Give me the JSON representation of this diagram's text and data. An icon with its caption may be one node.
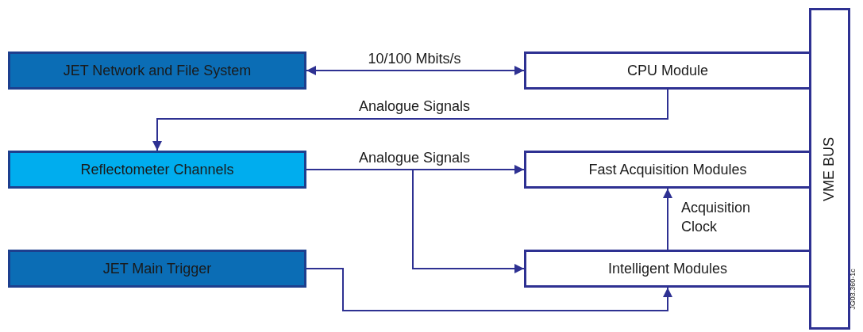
{
  "diagram": {
    "nodes": [
      {
        "text": [
          "JET Network and File System"
        ]
      },
      {
        "text": [
          "CPU Module"
        ]
      },
      {
        "text": [
          "Reflectometer Channels"
        ]
      },
      {
        "text": [
          "Fast Acquisition Modules"
        ]
      },
      {
        "text": [
          "JET Main Trigger"
        ]
      },
      {
        "text": [
          "Intelligent Modules"
        ]
      },
      {
        "text": [
          "VME BUS"
        ]
      }
    ],
    "edges": [
      {
        "from": 0,
        "to": 1,
        "arrow": "both",
        "label": "10/100 Mbits/s"
      },
      {
        "from": 1,
        "to": 2,
        "arrow": "to",
        "label": "Analogue Signals"
      },
      {
        "from": 2,
        "to": 3,
        "arrow": "to",
        "label": "Analogue Signals"
      },
      {
        "from": 2,
        "to": 5,
        "arrow": "to"
      },
      {
        "from": 5,
        "to": 3,
        "arrow": "to",
        "label": "Acquisition Clock"
      },
      {
        "from": 4,
        "to": 5,
        "arrow": "to"
      }
    ],
    "labels": [
      "JG03.360-1c"
    ]
  }
}
